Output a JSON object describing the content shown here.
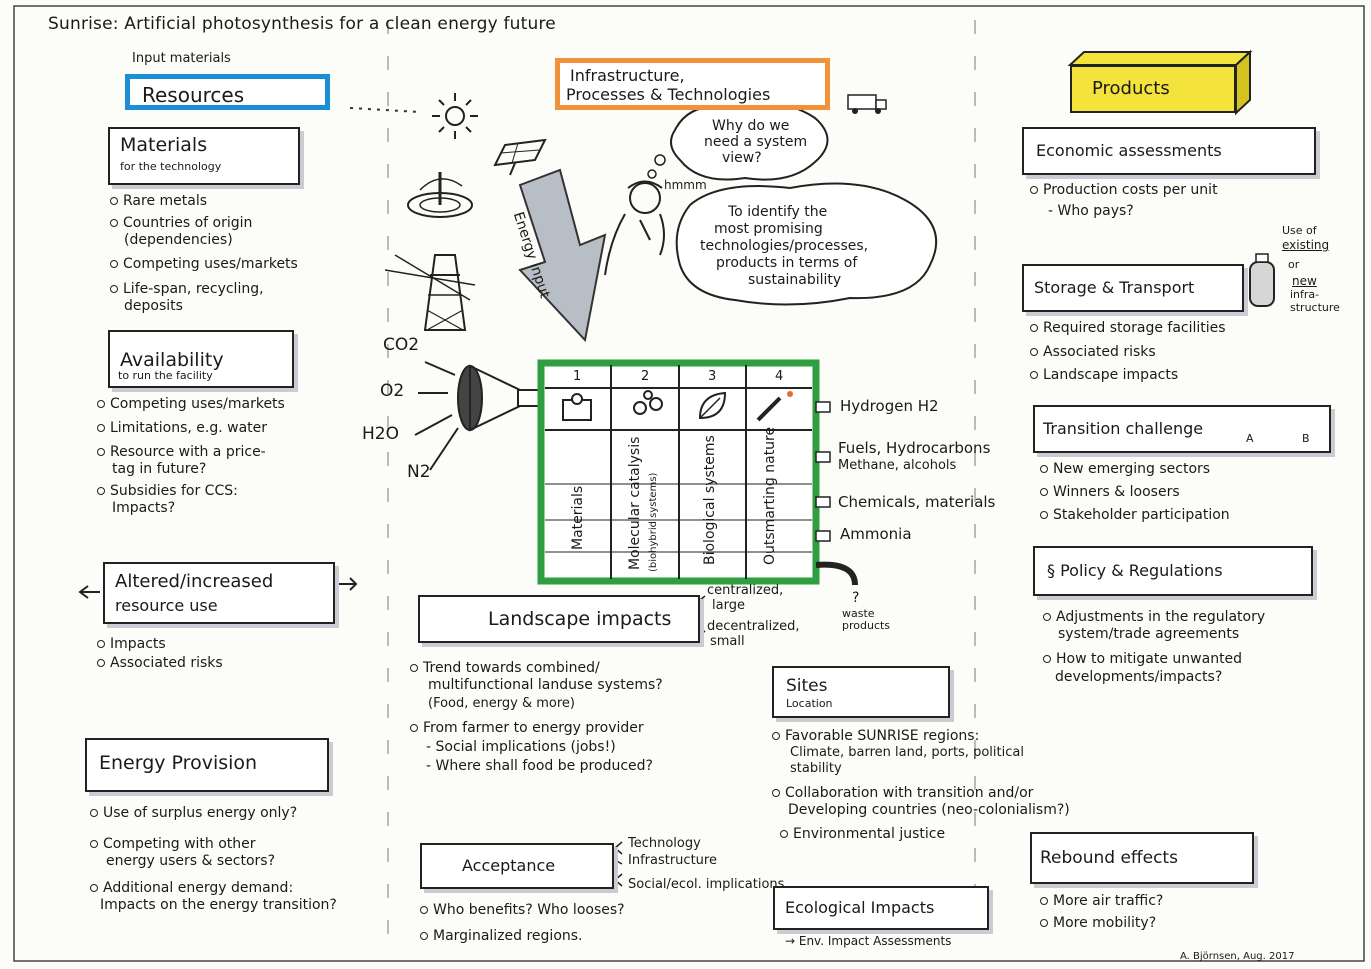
{
  "title": "Sunrise: Artificial photosynthesis for a clean energy future",
  "signature": "A. Björnsen, Aug. 2017",
  "header_left": {
    "small": "Input materials",
    "main": "Resources"
  },
  "header_mid": {
    "line1": "Infrastructure,",
    "line2": "Processes & Technologies"
  },
  "header_right": "Products",
  "materials": {
    "title": "Materials",
    "sub": "for the technology",
    "bullets": [
      "Rare metals",
      "Countries of origin",
      "(dependencies)",
      "Competing uses/markets",
      "Life-span, recycling,",
      "deposits"
    ]
  },
  "availability": {
    "title": "Availability",
    "sub": "to run the facility",
    "bullets": [
      "Competing uses/markets",
      "Limitations, e.g. water",
      "Resource with a price-",
      "tag in future?",
      "Subsidies for CCS:",
      "Impacts?"
    ]
  },
  "altered": {
    "line1": "Altered/increased",
    "line2": "resource use",
    "bullets": [
      "Impacts",
      "Associated risks"
    ]
  },
  "energy_provision": {
    "title": "Energy Provision",
    "bullets": [
      "Use of surplus energy only?",
      "Competing with other",
      "energy users & sectors?",
      "Additional energy demand:",
      "Impacts on the energy transition?"
    ]
  },
  "energy_input": "Energy input",
  "question": {
    "line1": "Why do we",
    "line2": "need a system",
    "line3": "view?"
  },
  "thought_bubble": {
    "sound": "hmmm",
    "line1": "To identify the",
    "line2": "most promising",
    "line3": "technologies/processes,",
    "line4": "products in terms of",
    "line5": "sustainability"
  },
  "inputs": [
    "CO2",
    "O2",
    "H2O",
    "N2"
  ],
  "columns": [
    {
      "num": "1",
      "label": "Materials"
    },
    {
      "num": "2",
      "label": "Molecular catalysis",
      "sub": "(biohybrid systems)"
    },
    {
      "num": "3",
      "label": "Biological systems"
    },
    {
      "num": "4",
      "label": "Outsmarting nature"
    }
  ],
  "outputs": [
    "Hydrogen H2",
    "Fuels, Hydrocarbons",
    "Methane, alcohols",
    "Chemicals, materials",
    "Ammonia"
  ],
  "waste": {
    "q": "?",
    "label": "waste products"
  },
  "landscape": {
    "title": "Landscape impacts",
    "cent": "centralized,",
    "large": "large",
    "decent": "decentralized,",
    "small": "small",
    "bullets": [
      "Trend towards combined/",
      "multifunctional landuse systems?",
      "(Food, energy & more)",
      "From farmer to energy provider",
      "- Social implications (jobs!)",
      "- Where shall food be produced?"
    ]
  },
  "sites": {
    "title": "Sites",
    "sub": "Location",
    "bullets": [
      "Favorable SUNRISE regions:",
      "Climate, barren land, ports, political",
      "stability",
      "Collaboration with transition and/or",
      "Developing countries (neo-colonialism?)",
      "Environmental justice"
    ]
  },
  "acceptance": {
    "title": "Acceptance",
    "aspects": [
      "Technology",
      "Infrastructure",
      "Social/ecol. implications"
    ],
    "bullets": [
      "Who benefits? Who looses?",
      "Marginalized regions."
    ]
  },
  "ecological": {
    "title": "Ecological Impacts",
    "sub": "→ Env. Impact Assessments"
  },
  "economic": {
    "title": "Economic assessments",
    "bullets": [
      "Production costs per unit",
      "- Who pays?"
    ]
  },
  "storage": {
    "title": "Storage & Transport",
    "note1": "Use of",
    "note2": "existing",
    "note3": "or",
    "note4": "new",
    "note5": "infra-",
    "note6": "structure",
    "bullets": [
      "Required storage facilities",
      "Associated risks",
      "Landscape impacts"
    ]
  },
  "transition": {
    "title": "Transition challenge",
    "a": "A",
    "b": "B",
    "bullets": [
      "New emerging sectors",
      "Winners & loosers",
      "Stakeholder participation"
    ]
  },
  "policy": {
    "title": "§ Policy & Regulations",
    "bullets": [
      "Adjustments in the regulatory",
      "system/trade agreements",
      "How to mitigate unwanted",
      "developments/impacts?"
    ]
  },
  "rebound": {
    "title": "Rebound effects",
    "bullets": [
      "More air traffic?",
      "More mobility?"
    ]
  },
  "colors": {
    "blue": "#1a8fd6",
    "orange": "#f0923a",
    "yellow": "#f4e33a",
    "green": "#2e9e3e",
    "shadow": "#c9ccd2"
  }
}
